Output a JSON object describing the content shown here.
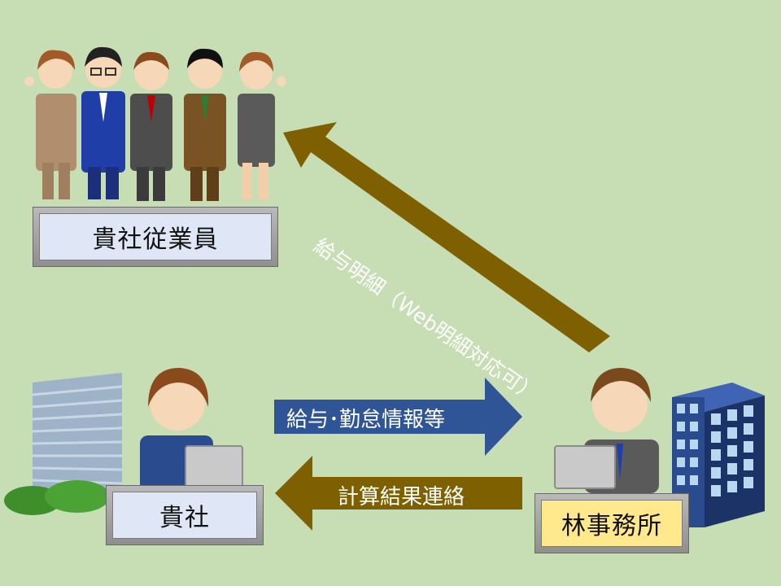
{
  "labels": {
    "employees": "貴社従業員",
    "company": "貴社",
    "office": "林事務所"
  },
  "arrows": {
    "payslip": "給与明細（Web明細対応可）",
    "payroll_attendance": "給与･勤怠情報等",
    "calc_result": "計算結果連絡"
  },
  "colors": {
    "background": "#c7ddb4",
    "arrow_blue": "#2f5597",
    "arrow_olive": "#7f6000",
    "label_blue": "#dfe6f5",
    "label_yellow": "#ffe98c"
  }
}
